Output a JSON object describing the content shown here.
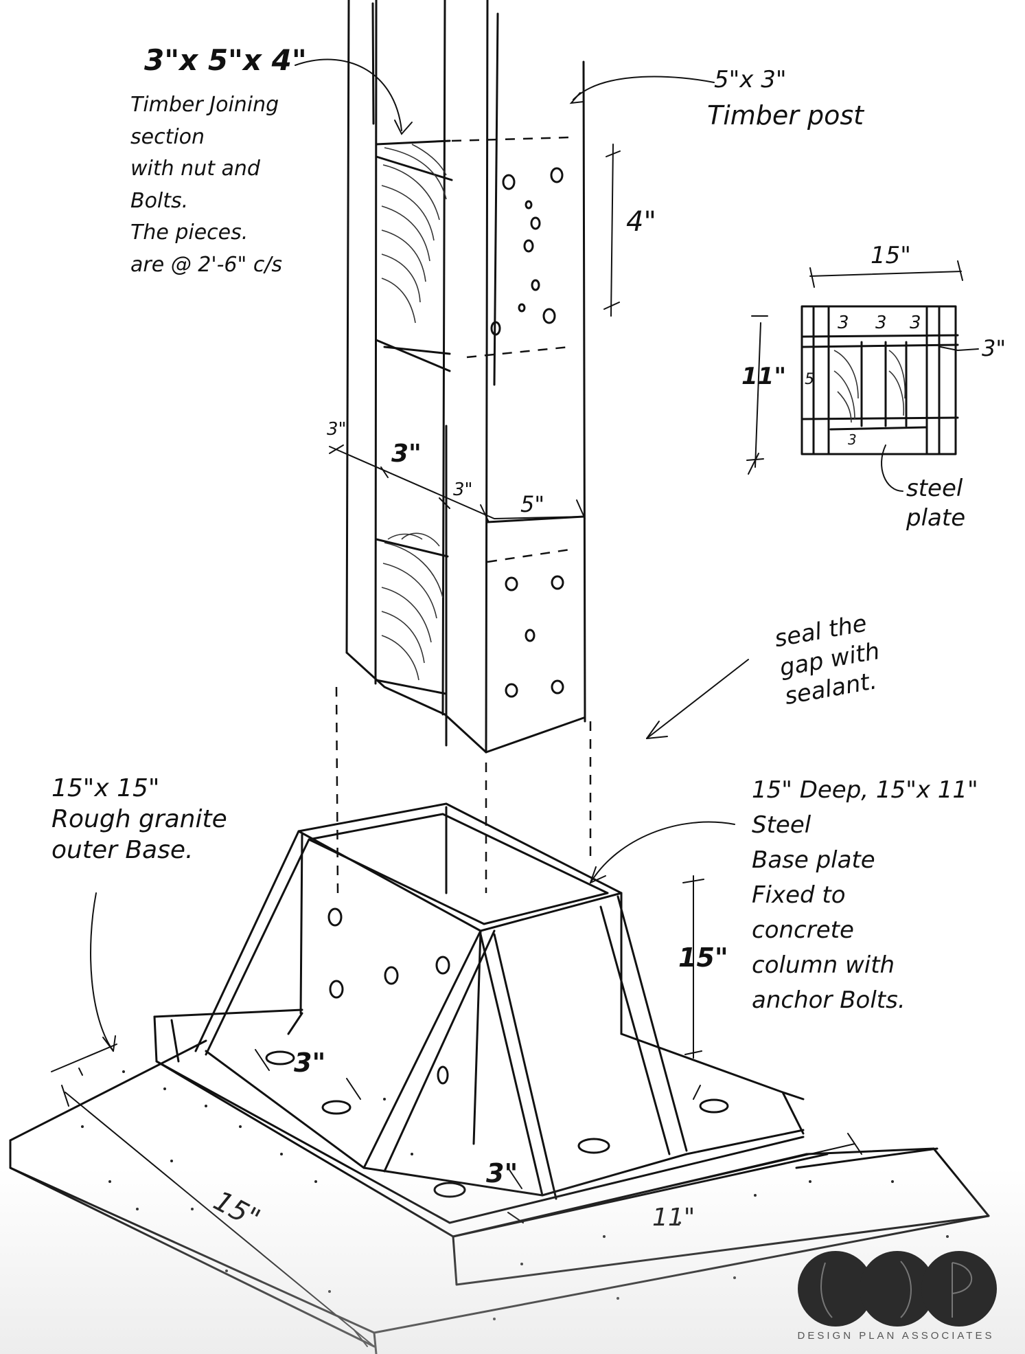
{
  "annotations": {
    "timber_joining": {
      "size": "3\"x 5\"x 4\"",
      "text": "Timber Joining\nsection\nwith nut and\nBolts.\nThe pieces.\nare @ 2'-6\" c/s"
    },
    "timber_post": {
      "size": "5\"x 3\"",
      "text": "Timber post"
    },
    "steel_plate_label": "steel\nplate",
    "sealant_note": "seal the\ngap with\nsealant.",
    "granite_base": "15\"x 15\"\nRough granite\nouter Base.",
    "steel_base_plate": "15\" Deep, 15\"x 11\"\nSteel\nBase plate\nFixed to\nconcrete\ncolumn with\nanchor Bolts."
  },
  "dimensions": {
    "post_spacing": "4\"",
    "section_width": "15\"",
    "section_height": "11\"",
    "section_cells": [
      "3",
      "3",
      "3"
    ],
    "section_side": "3\"",
    "section_left": "5",
    "section_bottom": "3",
    "post_left_3a": "3\"",
    "post_left_3b": "3\"",
    "post_mid_3": "3\"",
    "post_right_5": "5\"",
    "base_height": "15\"",
    "plate_gap_a": "3\"",
    "plate_gap_b": "3\"",
    "base_15": "15\"",
    "base_11": "11\""
  },
  "logo": {
    "name": "DESIGN PLAN ASSOCIATES",
    "color": "#2b2b2b"
  }
}
